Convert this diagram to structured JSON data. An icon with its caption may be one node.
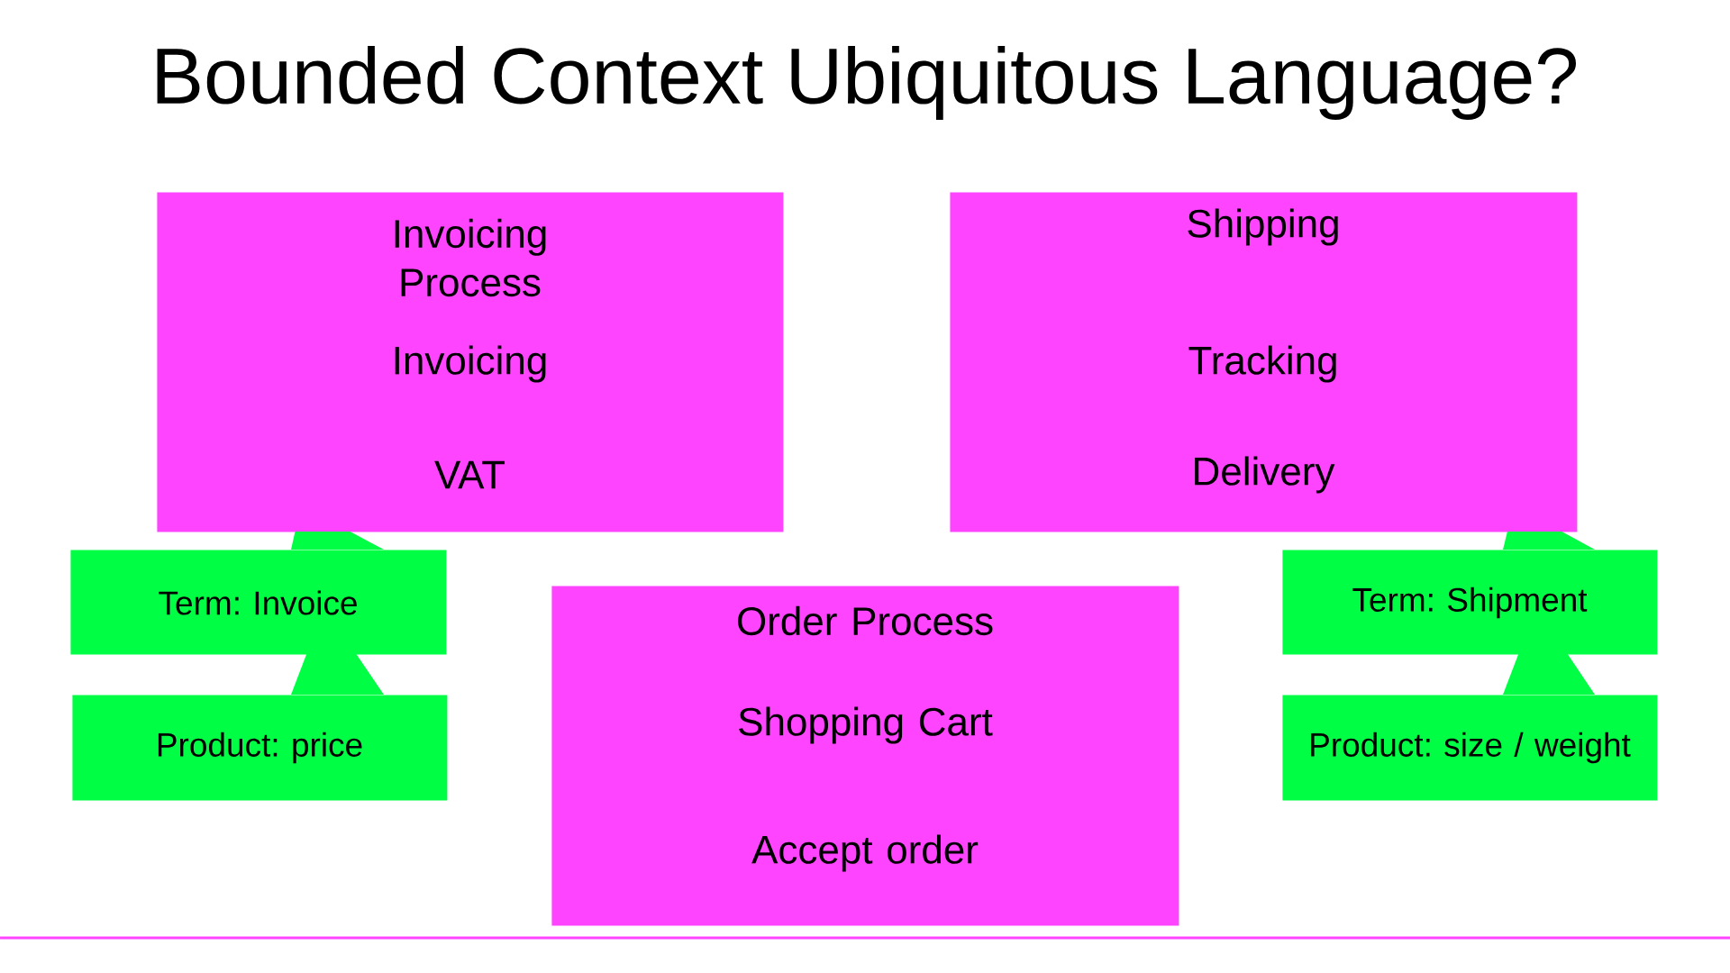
{
  "diagram": {
    "title": "Bounded Context Ubiquitous Language?",
    "nodes": [
      {
        "text": [
          "Invoicing Process",
          "Invoicing",
          "VAT"
        ]
      },
      {
        "text": [
          "Shipping",
          "Tracking",
          "Delivery"
        ]
      },
      {
        "text": [
          "Term: Invoice"
        ]
      },
      {
        "text": [
          "Term: Shipment"
        ]
      },
      {
        "text": [
          "Order Process",
          "Shopping Cart",
          "Accept order"
        ]
      },
      {
        "text": [
          "Product: price"
        ]
      },
      {
        "text": [
          "Product: size / weight"
        ]
      }
    ],
    "edges": [
      {
        "from": 2,
        "to": 0,
        "arrow": "none"
      },
      {
        "from": 5,
        "to": 2,
        "arrow": "none"
      },
      {
        "from": 3,
        "to": 1,
        "arrow": "none"
      },
      {
        "from": 6,
        "to": 3,
        "arrow": "none"
      }
    ]
  }
}
